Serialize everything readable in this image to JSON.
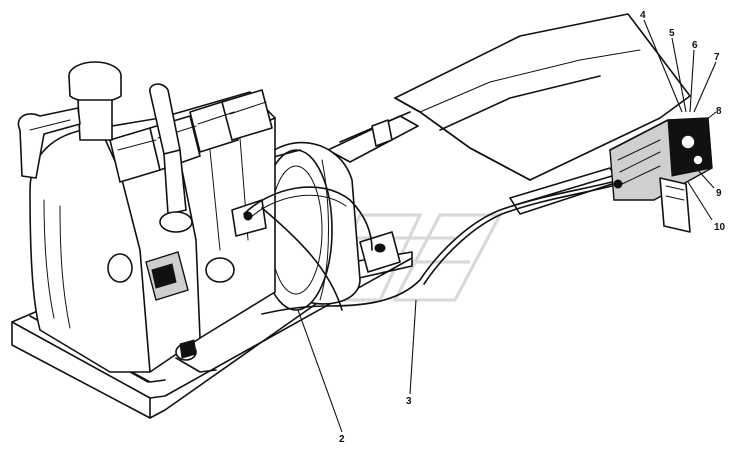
{
  "diagram": {
    "callouts": [
      {
        "id": "c2",
        "label": "2"
      },
      {
        "id": "c3",
        "label": "3"
      },
      {
        "id": "c4",
        "label": "4"
      },
      {
        "id": "c5",
        "label": "5"
      },
      {
        "id": "c6",
        "label": "6"
      },
      {
        "id": "c7",
        "label": "7"
      },
      {
        "id": "c8",
        "label": "8"
      },
      {
        "id": "c9",
        "label": "9"
      },
      {
        "id": "c10",
        "label": "10"
      }
    ]
  }
}
